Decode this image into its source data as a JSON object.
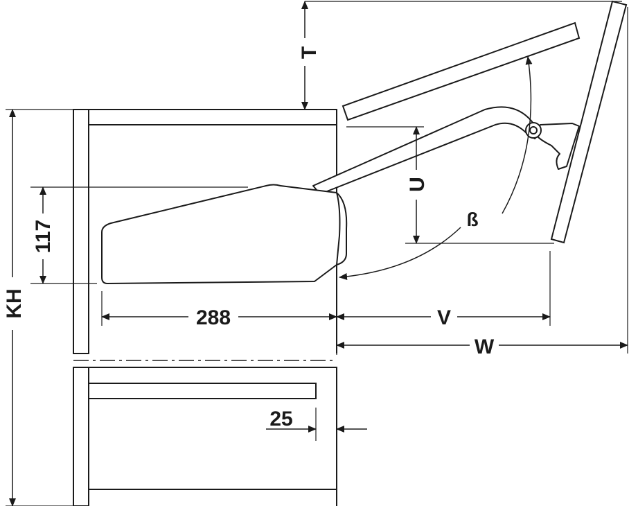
{
  "labels": {
    "t": "T",
    "kh": "KH",
    "dim_117": "117",
    "dim_288": "288",
    "u": "U",
    "beta": "ß",
    "v": "V",
    "w": "W",
    "dim_25": "25"
  },
  "colors": {
    "line": "#1a1a1a",
    "fill": "#ffffff"
  }
}
